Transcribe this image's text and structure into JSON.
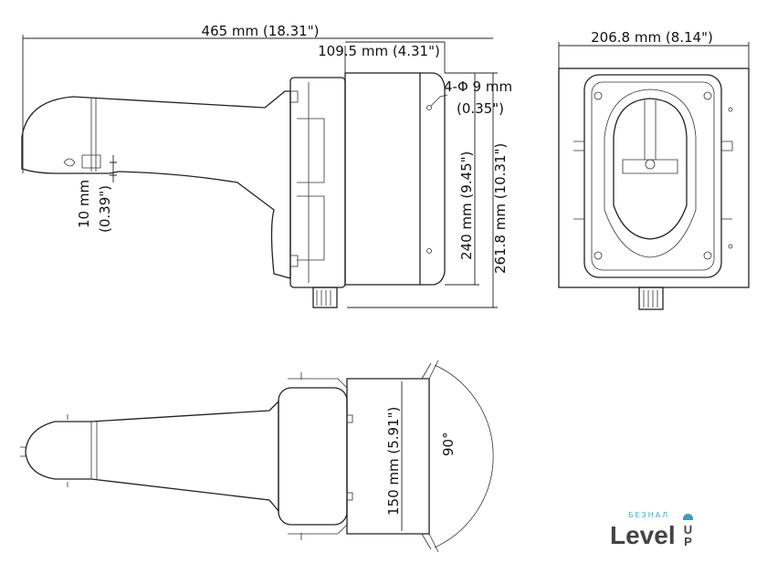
{
  "side_view": {
    "overall_length": "465 mm (18.31\")",
    "plate_depth": "109.5 mm (4.31\")",
    "hole_spec_line1": "4-Φ 9 mm",
    "hole_spec_line2": "(0.35\")",
    "plate_height": "240 mm (9.45\")",
    "total_height": "261.8 mm (10.31\")",
    "arm_offset_line1": "10 mm",
    "arm_offset_line2": "(0.39\")"
  },
  "front_view": {
    "plate_width": "206.8 mm (8.14\")"
  },
  "bottom_view": {
    "bracket_width": "150 mm (5.91\")",
    "rotation_angle": "90°"
  },
  "logo": {
    "main": "Level",
    "small": "БЕЗНАЛ",
    "up": "UP",
    "accent_color": "#3a9cc0"
  }
}
